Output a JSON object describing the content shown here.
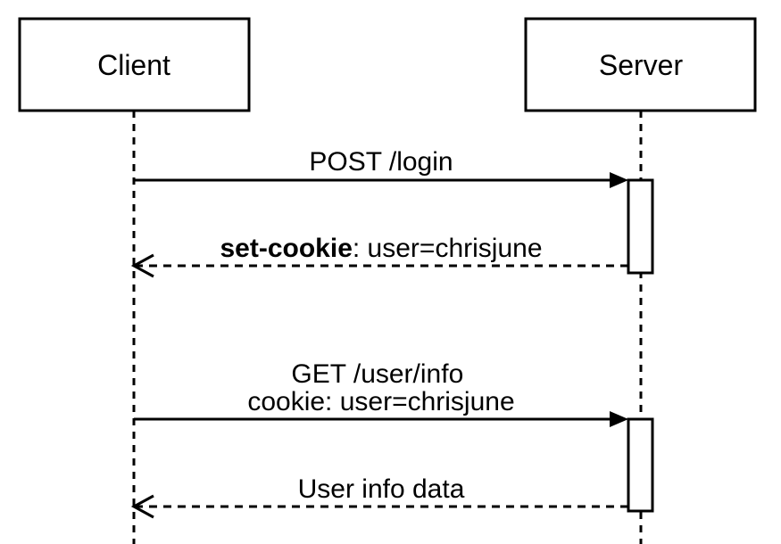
{
  "diagram": {
    "type": "sequence-diagram",
    "background_color": "#ffffff",
    "stroke_color": "#000000",
    "actors": [
      {
        "id": "client",
        "name": "Client"
      },
      {
        "id": "server",
        "name": "Server"
      }
    ],
    "messages": [
      {
        "from": "Client",
        "to": "Server",
        "label": "POST /login",
        "line_style": "solid",
        "arrowhead": "filled"
      },
      {
        "from": "Server",
        "to": "Client",
        "label_bold": "set-cookie",
        "label_rest": ": user=chrisjune",
        "line_style": "dashed",
        "arrowhead": "open"
      },
      {
        "from": "Client",
        "to": "Server",
        "label_line1": "GET /user/info",
        "label_line2": "cookie: user=chrisjune",
        "line_style": "solid",
        "arrowhead": "filled"
      },
      {
        "from": "Server",
        "to": "Client",
        "label": "User info data",
        "line_style": "dashed",
        "arrowhead": "open"
      }
    ]
  }
}
